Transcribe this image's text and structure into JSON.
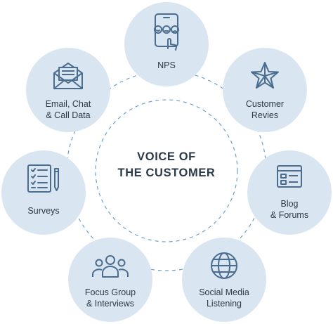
{
  "center": {
    "line1": "VOICE OF",
    "line2": "THE CUSTOMER"
  },
  "nodes": [
    {
      "id": "nps",
      "lines": [
        "NPS"
      ],
      "icon": "smartphone-feedback-icon"
    },
    {
      "id": "customer-reviews",
      "lines": [
        "Customer",
        "Revies"
      ],
      "icon": "star-icon"
    },
    {
      "id": "blog-forums",
      "lines": [
        "Blog",
        "& Forums"
      ],
      "icon": "webpage-layout-icon"
    },
    {
      "id": "social-media",
      "lines": [
        "Social Media",
        "Listening"
      ],
      "icon": "globe-icon"
    },
    {
      "id": "focus-group",
      "lines": [
        "Focus Group",
        "& Interviews"
      ],
      "icon": "people-group-icon"
    },
    {
      "id": "surveys",
      "lines": [
        "Surveys"
      ],
      "icon": "checklist-pencil-icon"
    },
    {
      "id": "email-chat",
      "lines": [
        "Email, Chat",
        "& Call Data"
      ],
      "icon": "envelope-icon"
    }
  ],
  "colors": {
    "bubble": "#d9e6f1",
    "icon": "#4a6c8f",
    "text": "#2b3a4a",
    "dash": "#6ea0c8"
  }
}
